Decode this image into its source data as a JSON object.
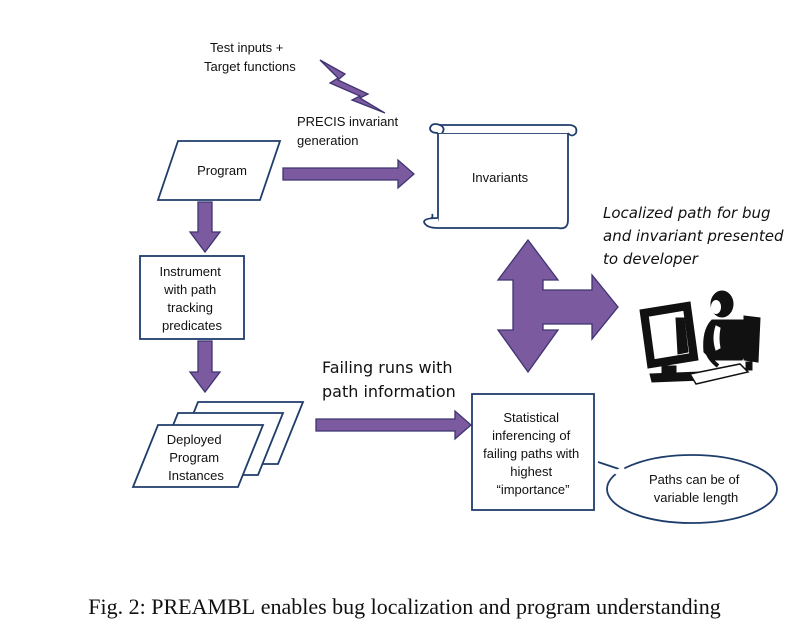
{
  "inputs_label": [
    "Test  inputs +",
    "Target functions"
  ],
  "precis_label": [
    "PRECIS invariant",
    "generation"
  ],
  "program_label": "Program",
  "invariants_label": "Invariants",
  "instrument_label": [
    "Instrument",
    "with  path",
    "tracking",
    "predicates"
  ],
  "deployed_label": [
    "Deployed",
    "Program",
    "Instances"
  ],
  "failing_runs_label": [
    "Failing runs with",
    "path information"
  ],
  "statistical_label": [
    "Statistical",
    "inferencing of",
    "failing  paths with",
    "highest",
    "“importance”"
  ],
  "callout_label": [
    "Paths can be of",
    "variable length"
  ],
  "developer_label": [
    "Localized path for bug",
    "and invariant presented",
    "to developer"
  ],
  "caption": {
    "prefix": "Fig. 2: ",
    "name_initial": "P",
    "name_rest": "REAMBL",
    "suffix": " enables bug localization and program understanding"
  },
  "colors": {
    "arrow_fill": "#7b5aa0",
    "box_border": "#1f3d6b"
  },
  "icons": [
    "lightning-bolt-icon",
    "scroll-icon",
    "developer-computer-icon"
  ]
}
